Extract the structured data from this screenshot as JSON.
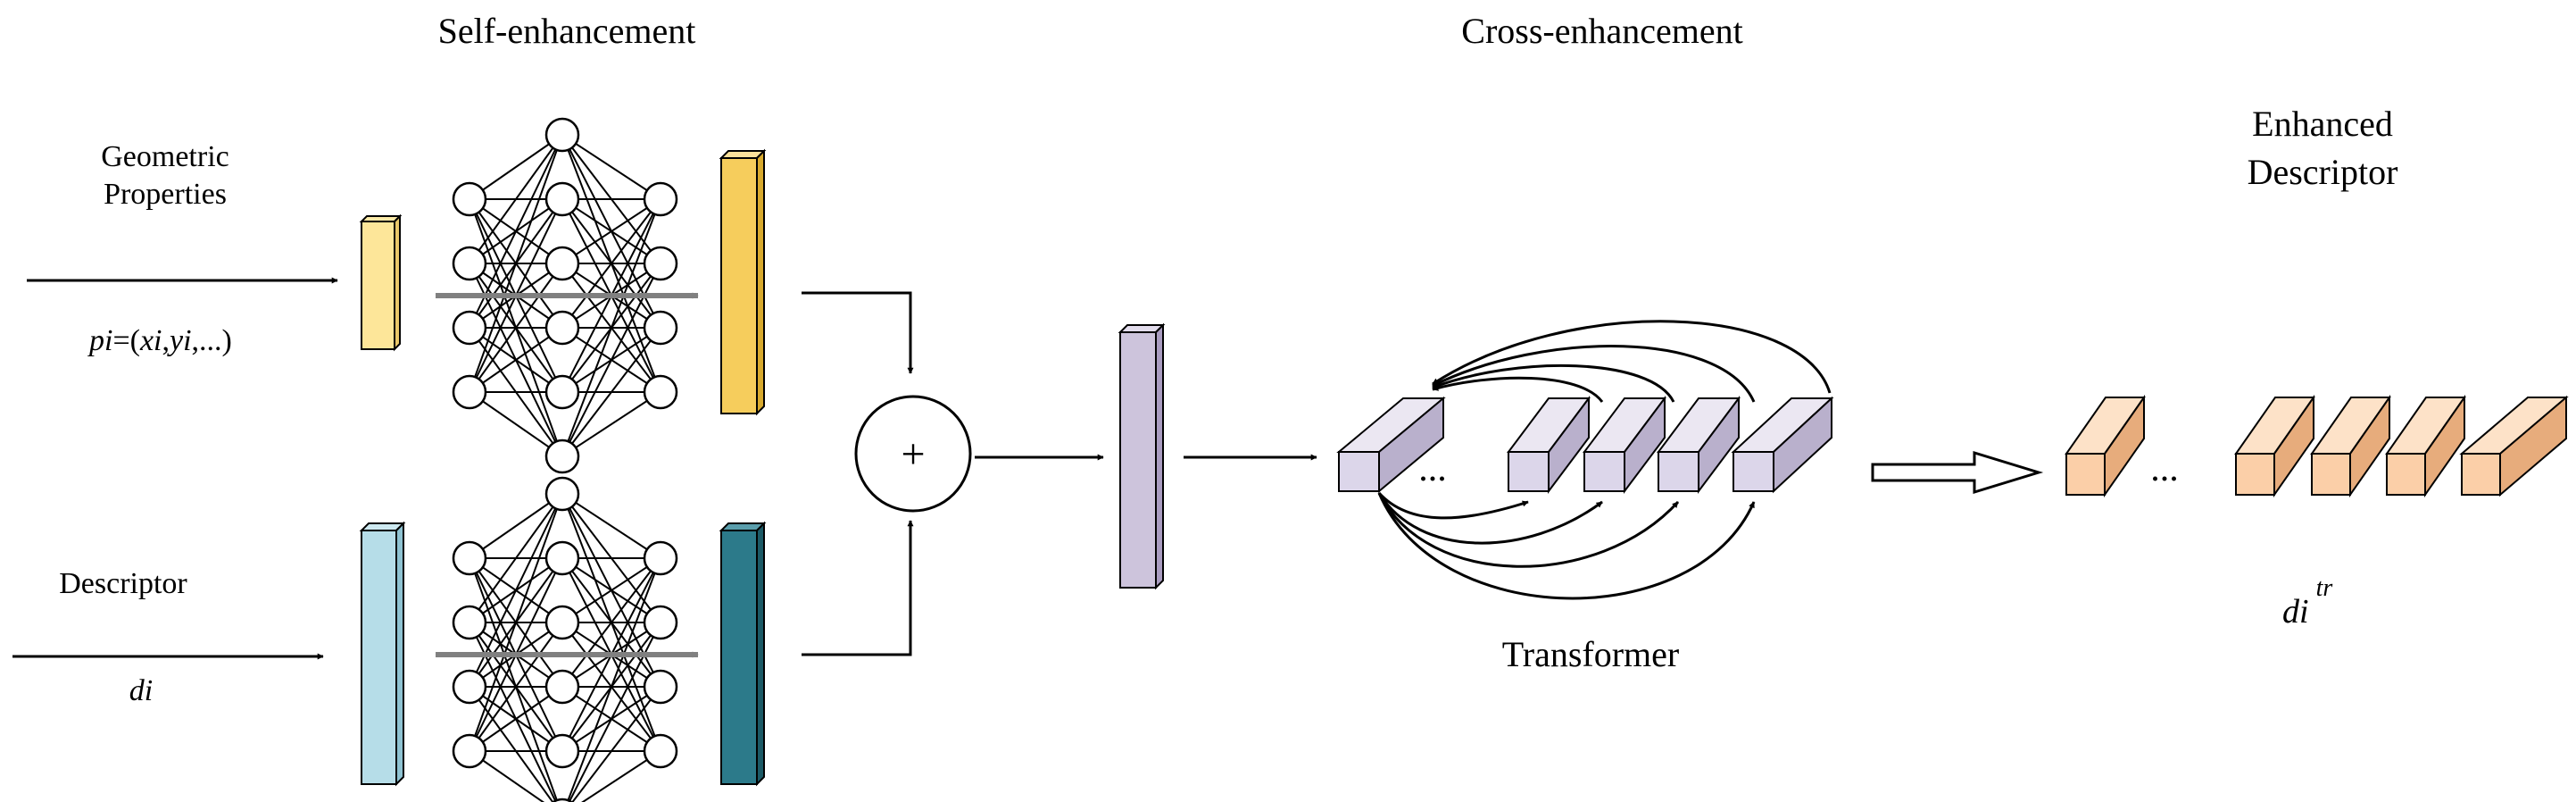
{
  "titles": {
    "self": "Self-enhancement",
    "cross": "Cross-enhancement",
    "enhanced_line1": "Enhanced",
    "enhanced_line2": "Descriptor"
  },
  "inputs": {
    "geometric_line1": "Geometric",
    "geometric_line2": "Properties",
    "position_math": {
      "p": "pi",
      "eq": "=(",
      "x": "xi",
      "comma1": ",",
      "y": "yi",
      "rest": ",...)"
    },
    "descriptor": "Descriptor",
    "d_symbol": "di"
  },
  "ops": {
    "plus": "+",
    "ellipsis_transformer": "...",
    "ellipsis_output": "..."
  },
  "transformer_label": "Transformer",
  "output_symbol": {
    "base": "di",
    "sup": "tr"
  },
  "colors": {
    "geometric_vec": "#fde699",
    "geometric_enh": "#f6cd5c",
    "descriptor_vec": "#b6dde8",
    "descriptor_enh": "#2c7a8a",
    "fused_vec": "#cdc4dc",
    "transformer_block": "#dcd6ea",
    "output_block": "#fbcfa8",
    "mlp_arrow": "#808080"
  }
}
